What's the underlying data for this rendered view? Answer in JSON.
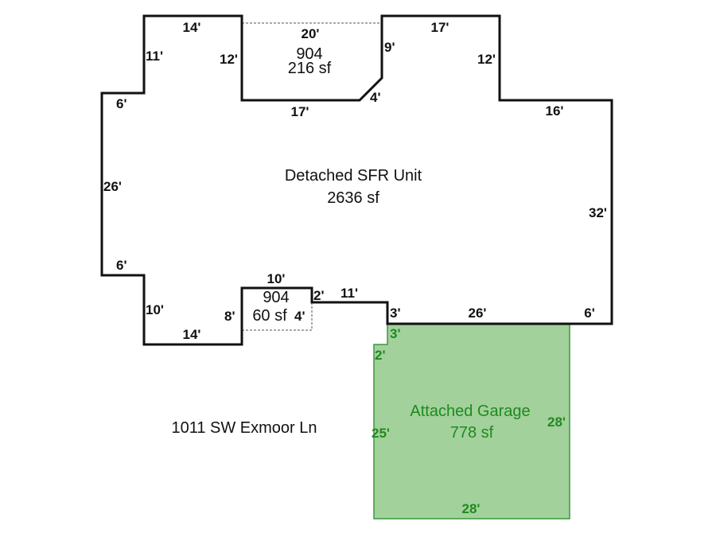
{
  "main_unit": {
    "name": "Detached SFR Unit",
    "area": "2636 sf"
  },
  "area_top": {
    "code": "904",
    "area": "216 sf"
  },
  "area_bottom": {
    "code": "904",
    "area": "60 sf"
  },
  "garage": {
    "name": "Attached Garage",
    "area": "778 sf"
  },
  "address": "1011 SW Exmoor Ln",
  "colors": {
    "outline": "#111111",
    "garage_fill": "#a2d19c",
    "garage_stroke": "#3b973b",
    "garage_text": "#1f8a1f"
  },
  "dims": {
    "top_left_14": "14'",
    "left_11": "11'",
    "left_6_top": "6'",
    "left_26": "26'",
    "left_6_bot": "6'",
    "left_10": "10'",
    "bottom_14": "14'",
    "inner_12": "12'",
    "top_20": "20'",
    "bottom_17": "17'",
    "diag_4": "4'",
    "right_9": "9'",
    "top_17": "17'",
    "inner_12_right": "12'",
    "step_16": "16'",
    "right_32": "32'",
    "bot_6": "6'",
    "bot_26": "26'",
    "bot_3": "3'",
    "bot_11": "11'",
    "bot_2": "2'",
    "bump_10": "10'",
    "bump_8": "8'",
    "bump_4": "4'"
  },
  "garage_dims": {
    "top_3": "3'",
    "left_2": "2'",
    "left_25": "25'",
    "right_28": "28'",
    "bottom_28": "28'"
  }
}
